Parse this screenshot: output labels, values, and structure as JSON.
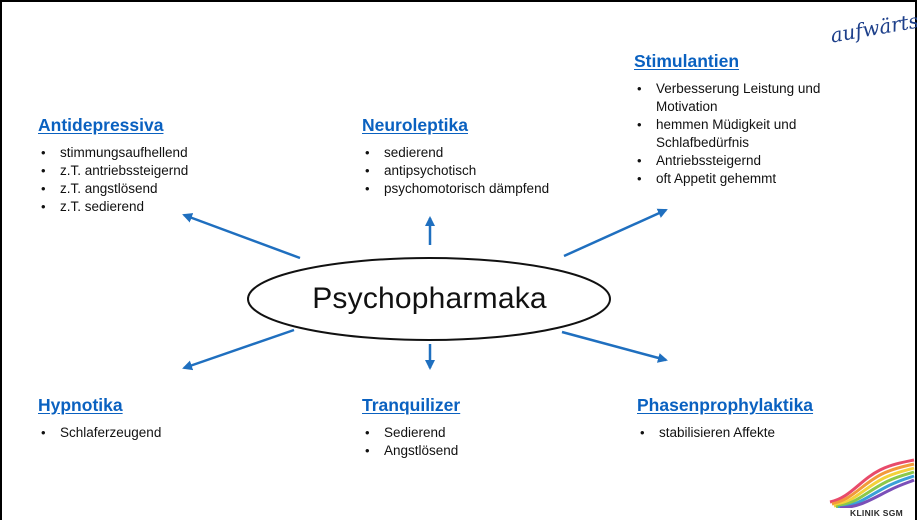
{
  "diagram": {
    "center_label": "Psychopharmaka",
    "categories": [
      {
        "id": "antidepressiva",
        "title": "Antidepressiva",
        "items": [
          "stimmungsaufhellend",
          "z.T. antriebssteigernd",
          "z.T. angstlösend",
          "z.T. sedierend"
        ]
      },
      {
        "id": "neuroleptika",
        "title": "Neuroleptika",
        "items": [
          "sedierend",
          "antipsychotisch",
          "psychomotorisch dämpfend"
        ]
      },
      {
        "id": "stimulantien",
        "title": "Stimulantien",
        "items": [
          "Verbesserung Leistung und Motivation",
          "hemmen Müdigkeit und Schlafbedürfnis",
          "Antriebssteigernd",
          "oft Appetit gehemmt"
        ]
      },
      {
        "id": "hypnotika",
        "title": "Hypnotika",
        "items": [
          "Schlaferzeugend"
        ]
      },
      {
        "id": "tranquilizer",
        "title": "Tranquilizer",
        "items": [
          "Sedierend",
          "Angstlösend"
        ]
      },
      {
        "id": "phasenprophylaktika",
        "title": "Phasenprophylaktika",
        "items": [
          "stabilisieren Affekte"
        ]
      }
    ]
  },
  "branding": {
    "top_logo_text": "aufwärts",
    "bottom_logo_text": "KLINIK SGM"
  },
  "colors": {
    "heading": "#0a61c0",
    "arrow": "#1f6fbf",
    "text": "#111111",
    "logo_blue": "#1d3f8a"
  }
}
